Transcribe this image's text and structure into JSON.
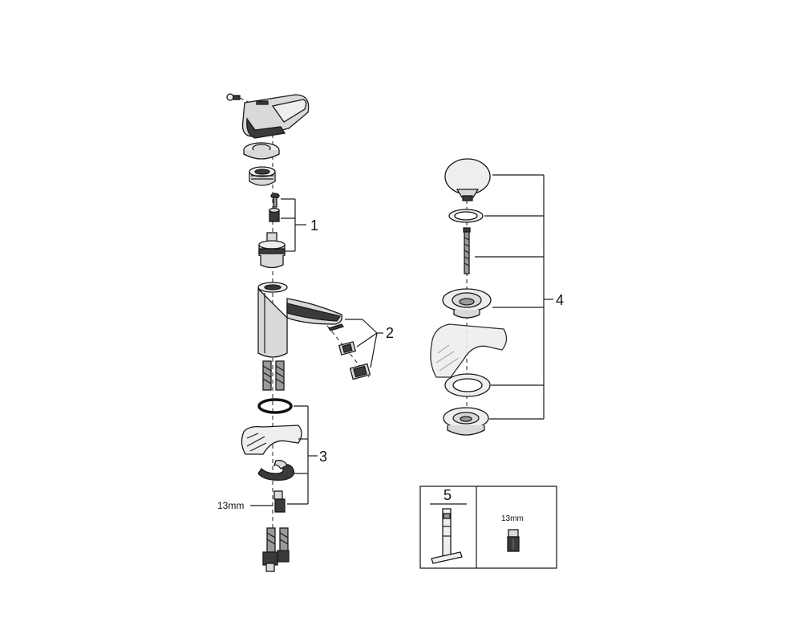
{
  "callouts": {
    "one": "1",
    "two": "2",
    "three": "3",
    "four": "4",
    "five": "5"
  },
  "labels": {
    "wrench_size_left": "13mm",
    "wrench_size_tool_box": "13mm"
  },
  "icons": [
    "lever-handle-icon",
    "cartridge-icon",
    "aerator-icon",
    "mounting-kit-icon",
    "supply-hose-icon",
    "pop-up-waste-icon",
    "tool-key-icon",
    "socket-wrench-icon"
  ]
}
